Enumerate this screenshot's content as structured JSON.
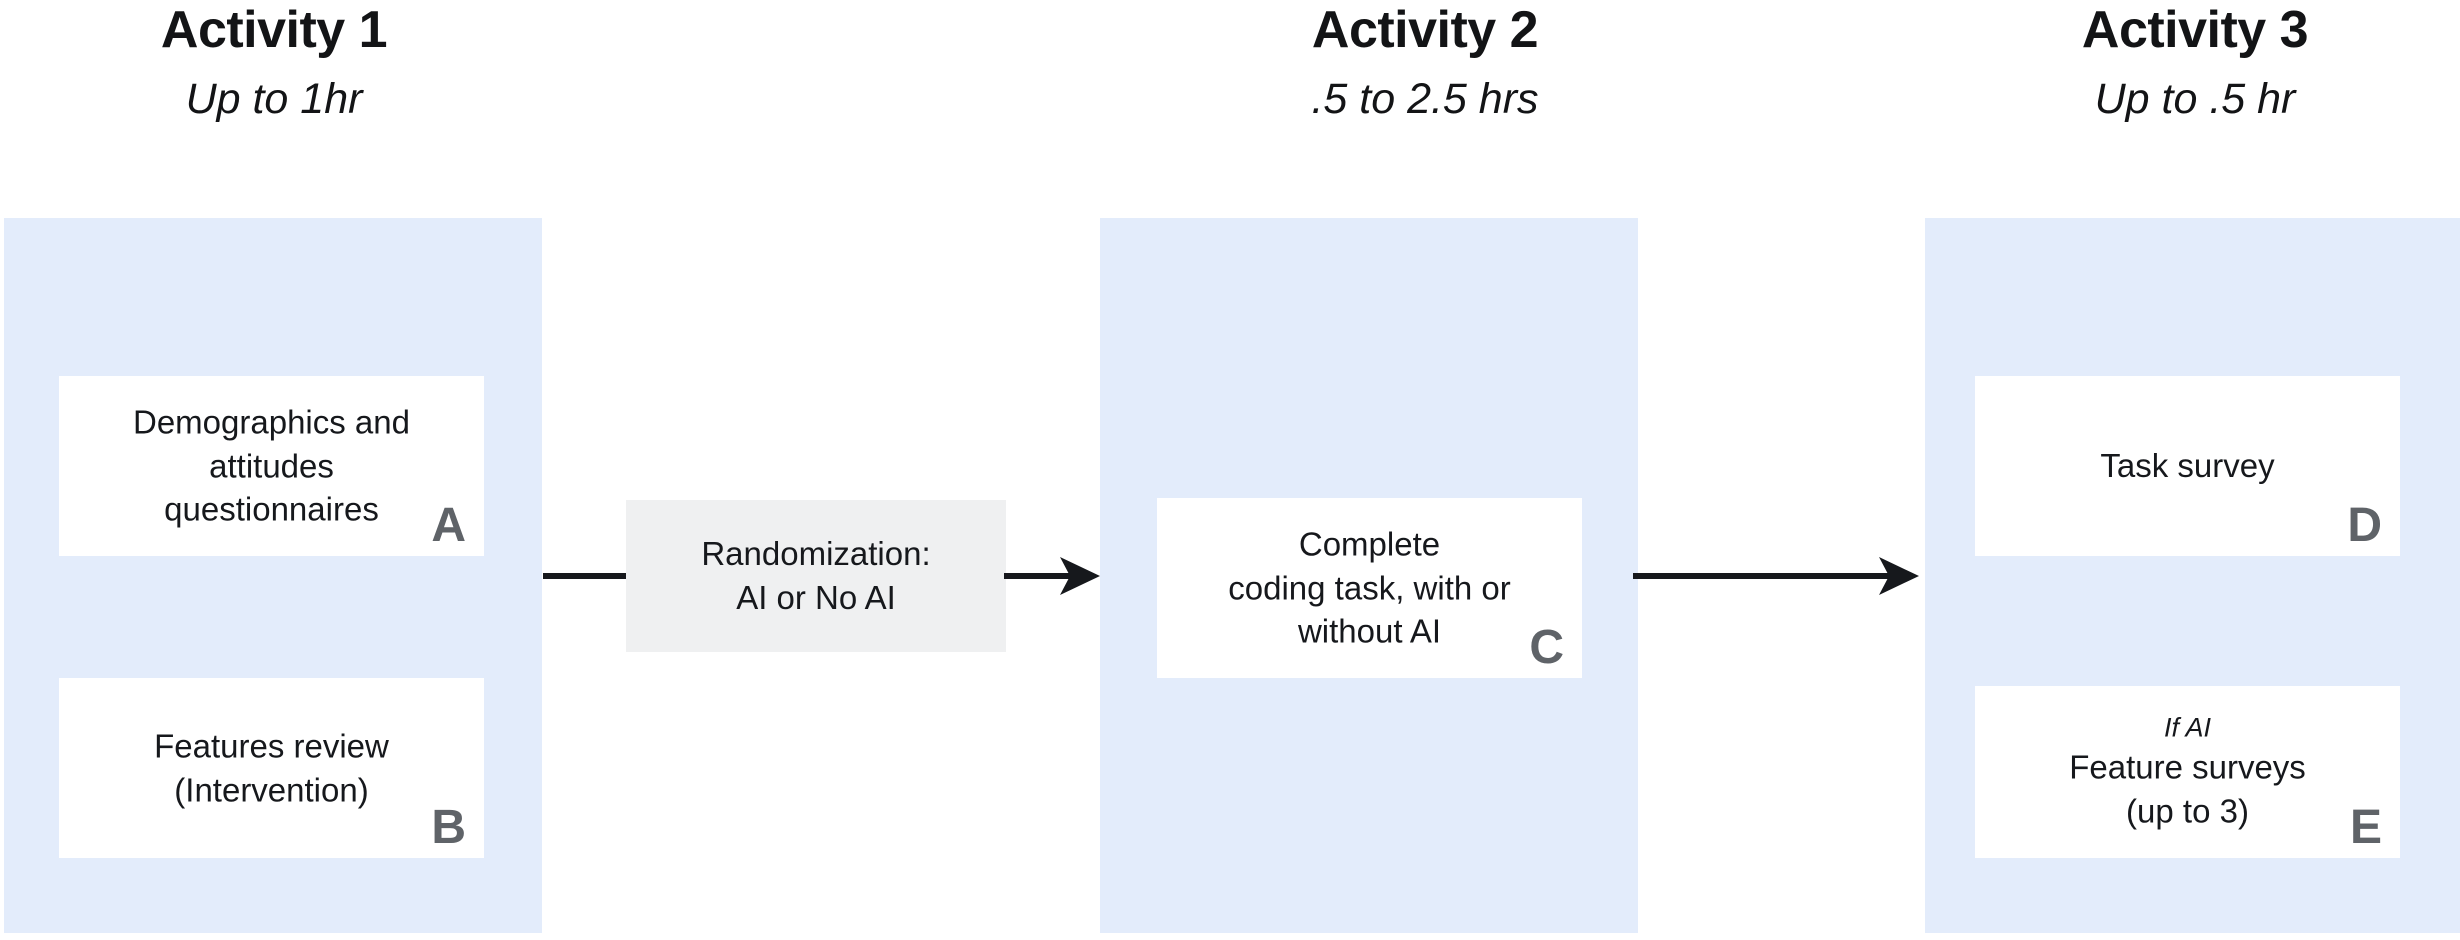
{
  "columns": [
    {
      "title": "Activity 1",
      "duration": "Up to 1hr"
    },
    {
      "title": "Activity 2",
      "duration": ".5 to 2.5 hrs"
    },
    {
      "title": "Activity 3",
      "duration": "Up to .5 hr"
    }
  ],
  "cards": {
    "a": {
      "line1": "Demographics and",
      "line2": "attitudes",
      "line3": "questionnaires",
      "letter": "A"
    },
    "b": {
      "line1": "Features review",
      "line2": "(Intervention)",
      "letter": "B"
    },
    "c": {
      "line1": "Complete",
      "line2": "coding task, with or",
      "line3": "without AI",
      "letter": "C"
    },
    "d": {
      "line1": "Task survey",
      "letter": "D"
    },
    "e": {
      "note": "If AI",
      "line1": "Feature surveys",
      "line2": "(up to 3)",
      "letter": "E"
    }
  },
  "randomization": {
    "line1": "Randomization:",
    "line2": "AI or No AI"
  },
  "colors": {
    "panel_background": "#e3ecfb",
    "card_background": "#ffffff",
    "randomization_background": "#eff0f1",
    "letter_gray": "#5f6368",
    "text": "#16181c",
    "arrow": "#16181c",
    "page_background": "#ffffff"
  }
}
